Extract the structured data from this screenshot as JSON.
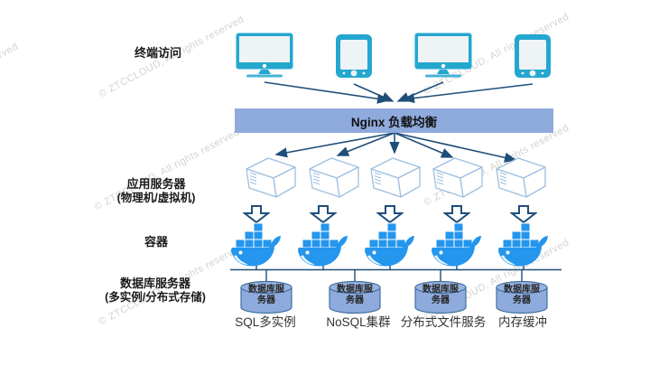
{
  "watermark": {
    "text": "© ZTCCLOUD, All rights reserved"
  },
  "labels": {
    "terminal": "终端访问",
    "app_server": "应用服务器",
    "app_server_sub": "(物理机/虚拟机)",
    "container": "容器",
    "db_server": "数据库服务器",
    "db_server_sub": "(多实例/分布式存储)"
  },
  "load_balancer": {
    "label": "Nginx 负载均衡"
  },
  "devices": [
    {
      "type": "monitor"
    },
    {
      "type": "tablet"
    },
    {
      "type": "monitor"
    },
    {
      "type": "tablet"
    }
  ],
  "app_tier": {
    "server_count": 5,
    "container_count": 5
  },
  "db_nodes": [
    {
      "label": "数据库服务器",
      "caption": "SQL多实例"
    },
    {
      "label": "数据库服务器",
      "caption": "NoSQL集群"
    },
    {
      "label": "数据库服务器",
      "caption": "分布式文件服务"
    },
    {
      "label": "数据库服务器",
      "caption": "内存缓冲"
    }
  ],
  "icons": {
    "monitor": "monitor-icon",
    "tablet": "tablet-icon",
    "server": "server-3d-icon",
    "container": "docker-whale-icon",
    "database": "database-cylinder-icon",
    "down_arrow": "down-arrow-icon"
  },
  "colors": {
    "device_teal": "#24a7cf",
    "connector_navy": "#1f4e79",
    "bar_fill": "#8faadc",
    "cylinder_fill": "#8faadc",
    "cylinder_stroke": "#41719c",
    "docker_blue": "#2496ed",
    "server_outline": "#9fbfdf",
    "watermark_gray": "#d2d2d2"
  }
}
